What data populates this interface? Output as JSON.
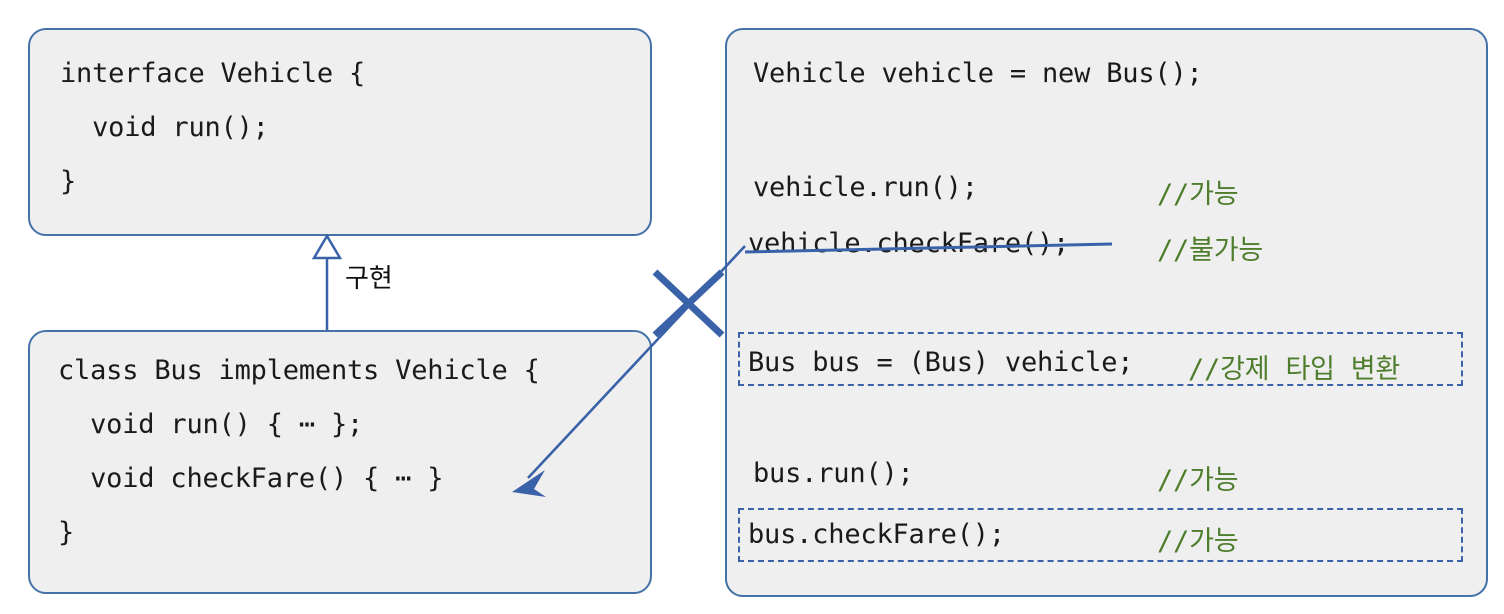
{
  "diagram": {
    "title": "Java interface implementation and downcasting",
    "colors": {
      "box_border": "#4472A8",
      "box_fill": "#EFEFEF",
      "comment_green": "#4E7D2C",
      "connector_blue": "#3A62A8",
      "code_text": "#1a1a1a"
    }
  },
  "interface_box": {
    "name": "interface-vehicle-box",
    "lines": [
      "interface Vehicle {",
      "  void run();",
      "}"
    ]
  },
  "class_box": {
    "name": "class-bus-box",
    "lines": [
      "class Bus implements Vehicle {",
      "  void run() { ⋯ };",
      "  void checkFare() { ⋯ }",
      "}"
    ]
  },
  "relation": {
    "label": "구현",
    "kind": "implements-uml-realization",
    "arrowhead": "hollow-triangle"
  },
  "usage_box": {
    "name": "usage-code-box",
    "lines": [
      {
        "code": "Vehicle vehicle = new Bus();",
        "comment": "",
        "struck": false,
        "boxed": false
      },
      {
        "code": "vehicle.run();",
        "comment": "//가능",
        "struck": false,
        "boxed": false
      },
      {
        "code": "vehicle.checkFare();",
        "comment": "//불가능",
        "struck": true,
        "boxed": false
      },
      {
        "code": "Bus bus = (Bus) vehicle;",
        "comment": "//강제 타입 변환",
        "struck": false,
        "boxed": true
      },
      {
        "code": "bus.run();",
        "comment": "//가능",
        "struck": false,
        "boxed": false
      },
      {
        "code": "bus.checkFare();",
        "comment": "//가능",
        "struck": false,
        "boxed": true
      }
    ]
  },
  "annotations": {
    "cross_mark": "x-mark-blocked",
    "pointer_arrow": "arrow-checkfare-origin"
  }
}
